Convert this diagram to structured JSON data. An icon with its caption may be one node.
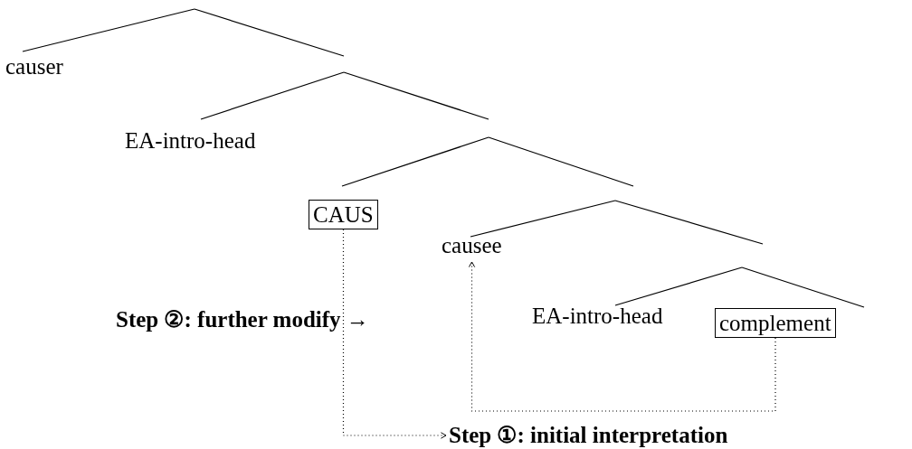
{
  "diagram": {
    "nodes": [
      {
        "text": [
          "causer"
        ]
      },
      {
        "text": [
          "EA-intro-head"
        ]
      },
      {
        "text": [
          "CAUS"
        ]
      },
      {
        "text": [
          "causee"
        ]
      },
      {
        "text": [
          "EA-intro-head"
        ]
      },
      {
        "text": [
          "complement"
        ]
      },
      {
        "text": [
          "Step ①: initial interpretation"
        ]
      }
    ],
    "edges": [
      {
        "from": 2,
        "to": 6,
        "arrow": "to"
      },
      {
        "from": 5,
        "to": 3,
        "arrow": "to"
      }
    ],
    "labels": [
      "Step ②: further modify →"
    ]
  }
}
